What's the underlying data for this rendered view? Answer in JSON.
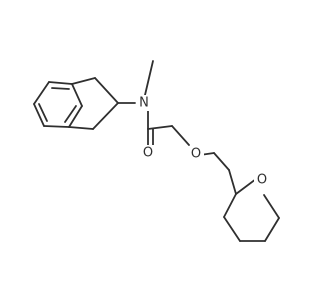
{
  "diagram": {
    "atoms": {
      "N": "N",
      "O_carbonyl": "O",
      "O_ether": "O",
      "O_ring": "O"
    },
    "colors": {
      "bond": "#2f2f2f",
      "background": "#ffffff"
    }
  }
}
